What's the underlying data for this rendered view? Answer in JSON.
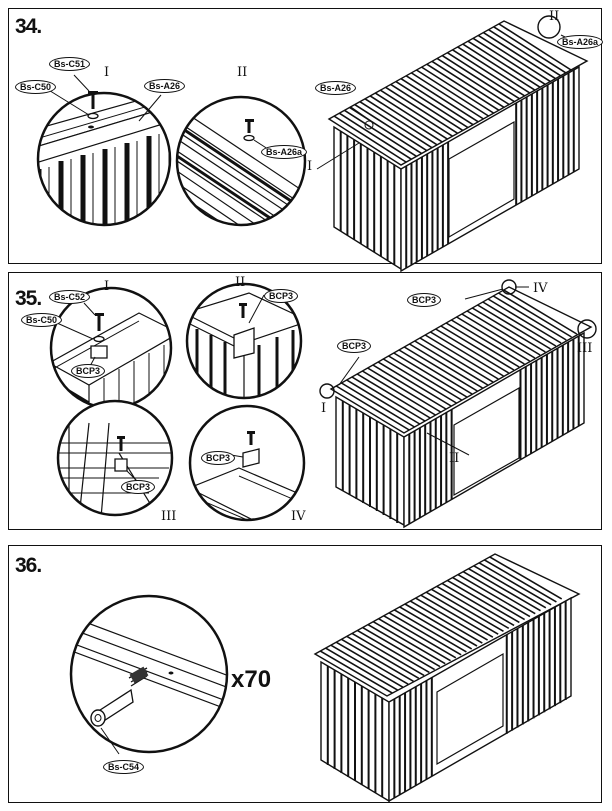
{
  "step34": {
    "number": "34.",
    "labels": {
      "c51": "Bs-C51",
      "c50": "Bs-C50",
      "a26": "Bs-A26",
      "a26a_detail": "Bs-A26a",
      "a26_shed": "Bs-A26",
      "a26a_shed": "Bs-A26a"
    },
    "romans": {
      "d1": "I",
      "d2": "II",
      "s1": "I",
      "s2": "II"
    }
  },
  "step35": {
    "number": "35.",
    "labels": {
      "c52": "Bs-C52",
      "c50": "Bs-C50",
      "bcp_d1": "BCP3",
      "bcp_d2": "BCP3",
      "bcp_d3": "BCP3",
      "bcp_d4": "BCP3",
      "bcp_shed_a": "BCP3",
      "bcp_shed_b": "BCP3"
    },
    "romans": {
      "d1": "I",
      "d2": "II",
      "d3": "III",
      "d4": "IV",
      "s1": "I",
      "s2": "II",
      "s3": "III",
      "s4": "IV"
    }
  },
  "step36": {
    "number": "36.",
    "labels": {
      "c54": "Bs-C54"
    },
    "quantity": "x70"
  },
  "colors": {
    "ink": "#111111",
    "fill": "#3a3a3a",
    "paper": "#ffffff"
  },
  "icons": [
    "screw-icon",
    "washer-icon",
    "corner-cap-icon",
    "bolt-cap-icon"
  ]
}
